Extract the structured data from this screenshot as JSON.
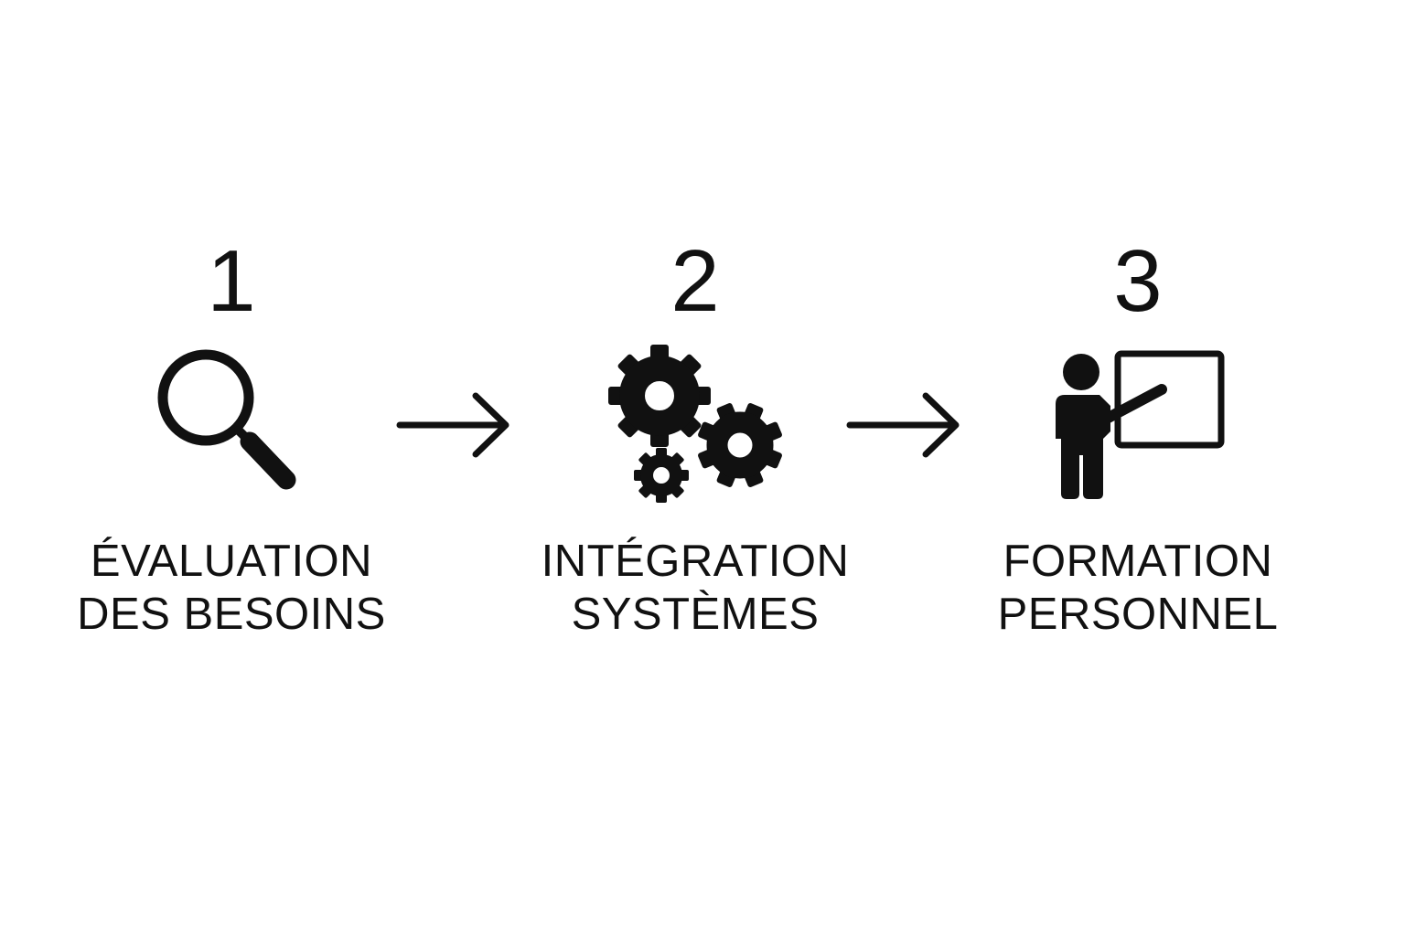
{
  "diagram": {
    "colors": {
      "ink": "#111111",
      "background": "#ffffff"
    },
    "steps": [
      {
        "number": "1",
        "label_line1": "ÉVALUATION",
        "label_line2": "DES BESOINS",
        "icon": "magnifying-glass-icon"
      },
      {
        "number": "2",
        "label_line1": "INTÉGRATION",
        "label_line2": "SYSTÈMES",
        "icon": "gears-icon"
      },
      {
        "number": "3",
        "label_line1": "FORMATION",
        "label_line2": "PERSONNEL",
        "icon": "teacher-at-board-icon"
      }
    ],
    "connectors": [
      {
        "from": "1",
        "to": "2",
        "icon": "arrow-right-icon"
      },
      {
        "from": "2",
        "to": "3",
        "icon": "arrow-right-icon"
      }
    ]
  }
}
